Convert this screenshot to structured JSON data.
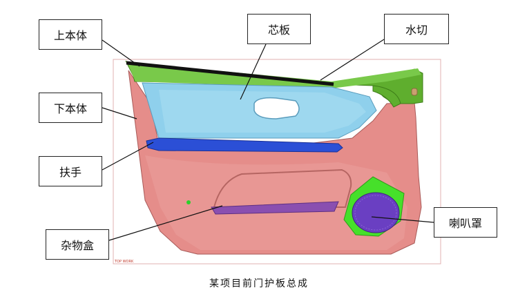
{
  "labels": {
    "upper_body": "上本体",
    "core_panel": "芯板",
    "water_cut": "水切",
    "lower_body": "下本体",
    "armrest": "扶手",
    "storage_box": "杂物盒",
    "speaker_grille": "喇叭罩"
  },
  "caption": "某项目前门护板总成",
  "frame_tag": "TOP WORK",
  "colors": {
    "upper_body": "#5fae2e",
    "core_panel": "#8fd0ec",
    "lower_body": "#e58d8a",
    "armrest": "#2b4fd6",
    "storage_box": "#8a4fb0",
    "speaker_grille": "#6a3fc2",
    "speaker_surround": "#46e02a",
    "water_cut": "#111111"
  }
}
